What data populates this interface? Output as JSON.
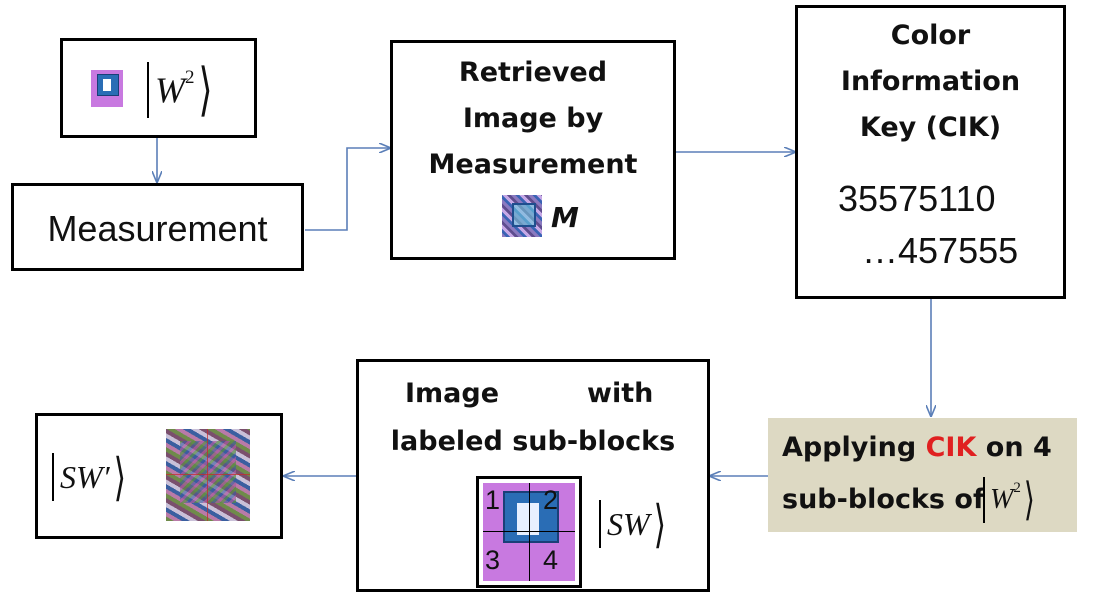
{
  "diagram": {
    "box_w2": {
      "ket": "W",
      "sup": "2"
    },
    "box_measurement": {
      "label": "Measurement"
    },
    "box_retrieved": {
      "lines": [
        "Retrieved",
        "Image by",
        "Measurement"
      ],
      "symbol": "M"
    },
    "box_cik": {
      "lines": [
        "Color",
        "Information",
        "Key (CIK)"
      ],
      "value_line1": "35575110",
      "value_line2": "…457555"
    },
    "box_applying": {
      "pre": "Applying ",
      "highlight": "CIK",
      "post": " on 4",
      "line2": "sub-blocks of",
      "ket": "W",
      "sup": "2"
    },
    "box_labeled": {
      "title_word1": "Image",
      "title_word2": "with",
      "title_line2": "labeled sub-blocks",
      "quad_labels": [
        "1",
        "2",
        "3",
        "4"
      ],
      "ket": "SW"
    },
    "box_output": {
      "ket": "SW′"
    },
    "colors": {
      "arrow": "#5b7fb8",
      "highlight": "#e02020",
      "applying_bg": "#ddd9c3",
      "logo_purple": "#c879e0",
      "logo_blue": "#2a6db5"
    }
  }
}
